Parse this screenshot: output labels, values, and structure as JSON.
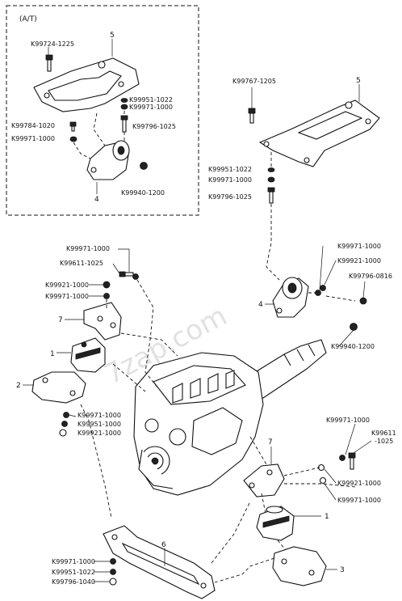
{
  "inset": {
    "title": "(A/T)"
  },
  "callouts": {
    "c1": "1",
    "c1b": "1",
    "c2": "2",
    "c3": "3",
    "c4a": "4",
    "c4b": "4",
    "c5a": "5",
    "c5b": "5",
    "c6": "6",
    "c7a": "7",
    "c7b": "7"
  },
  "part_numbers": {
    "p01": "K99724-1225",
    "p02": "K99951-1022",
    "p03": "K99971-1000",
    "p04": "K99784-1020",
    "p05": "K99971-1000",
    "p06": "K99796-1025",
    "p07": "K99940-1200",
    "p08": "K99767-1205",
    "p09": "K99951-1022",
    "p10": "K99971-1000",
    "p11": "K99796-1025",
    "p12": "K99971-1000",
    "p13": "K99611-1025",
    "p14": "K99921-1000",
    "p15": "K99971-1000",
    "p16": "K99971-1000",
    "p17": "K99921-1000",
    "p18": "K99796-0816",
    "p19": "K99940-1200",
    "p20": "K99971-1000",
    "p21": "K99951-1000",
    "p22": "K99921-1000",
    "p23": "K99971-1000",
    "p24": "K99611",
    "p24b": "-1025",
    "p25": "K99921-1000",
    "p26": "K99971-1000",
    "p27": "K99971-1000",
    "p28": "K99951-1022",
    "p29": "K99796-1040"
  },
  "watermark": "7zap.com"
}
